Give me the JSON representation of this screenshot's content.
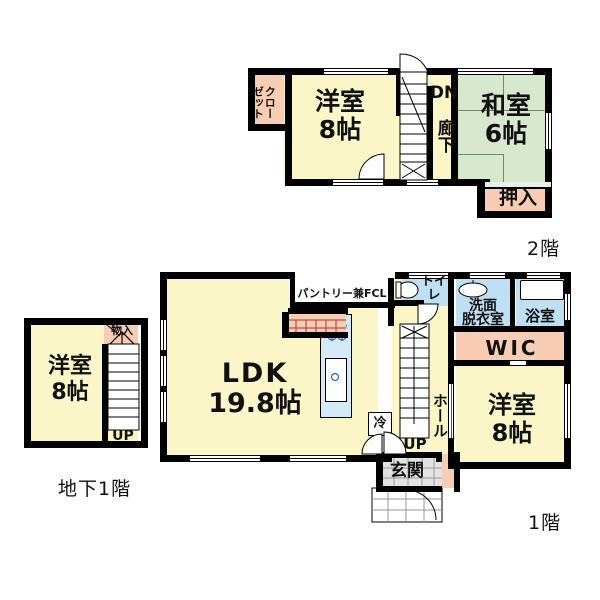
{
  "document": {
    "type": "residential-floor-plan",
    "language": "ja"
  },
  "colors": {
    "wall": "#000000",
    "room_yellow": "#fbf6c8",
    "room_green": "#d7e8cf",
    "closet_pink": "#f8cdb4",
    "water_blue": "#bfdff2",
    "kitchen_blue": "#d6e9f7",
    "entrance_gray": "#d8d8d8",
    "background": "#ffffff",
    "text": "#111111"
  },
  "floors": [
    {
      "id": "second-floor",
      "label": "2階",
      "rooms": [
        {
          "name": "closet",
          "label": "クローゼット",
          "label_lines": [
            "ク",
            "ロ",
            "ー",
            "ゼ",
            "ッ",
            "ト"
          ],
          "color": "closet_pink"
        },
        {
          "name": "western-room-8",
          "label": "洋室",
          "size": "8帖",
          "color": "room_yellow"
        },
        {
          "name": "corridor",
          "label": "廊下",
          "color": "room_yellow"
        },
        {
          "name": "stair-down",
          "label": "DN",
          "color": "room_yellow"
        },
        {
          "name": "japanese-room-6",
          "label": "和室",
          "size": "6帖",
          "color": "room_green"
        },
        {
          "name": "oshiire-closet",
          "label": "押入",
          "color": "closet_pink"
        }
      ]
    },
    {
      "id": "first-floor",
      "label": "1階",
      "rooms": [
        {
          "name": "ldk",
          "label": "LDK",
          "size": "19.8帖",
          "color": "room_yellow"
        },
        {
          "name": "pantry-fcl",
          "label": "パントリー兼FCL",
          "color": "room_yellow"
        },
        {
          "name": "toilet",
          "label": "トイレ",
          "color": "water_blue"
        },
        {
          "name": "washroom",
          "label": "洗面脱衣室",
          "label_lines": [
            "洗面",
            "脱衣室"
          ],
          "color": "water_blue"
        },
        {
          "name": "bathroom",
          "label": "浴室",
          "color": "water_blue"
        },
        {
          "name": "walk-in-closet",
          "label": "WIC",
          "color": "closet_pink"
        },
        {
          "name": "western-room-8",
          "label": "洋室",
          "size": "8帖",
          "color": "room_yellow"
        },
        {
          "name": "hall",
          "label": "ホール",
          "color": "room_yellow"
        },
        {
          "name": "stair-up",
          "label": "UP",
          "color": "room_yellow"
        },
        {
          "name": "entrance",
          "label": "玄関",
          "color": "entrance_gray"
        },
        {
          "name": "refrigerator",
          "label": "冷",
          "color": "background"
        }
      ]
    },
    {
      "id": "basement-floor",
      "label": "地下1階",
      "rooms": [
        {
          "name": "western-room-8",
          "label": "洋室",
          "size": "8帖",
          "color": "room_yellow"
        },
        {
          "name": "storage",
          "label": "物入",
          "color": "closet_pink"
        },
        {
          "name": "stair-up",
          "label": "UP",
          "color": "room_yellow"
        }
      ]
    }
  ],
  "labels": {
    "f2_closet": "クローゼット",
    "f2_closet_col1": "クロー",
    "f2_closet_col2": "ゼット",
    "f2_western_name": "洋室",
    "f2_western_size": "8帖",
    "f2_corridor": "廊下",
    "f2_dn": "DN",
    "f2_japanese_name": "和室",
    "f2_japanese_size": "6帖",
    "f2_oshiire": "押入",
    "f2_floor": "2階",
    "f1_ldk_name": "LDK",
    "f1_ldk_size": "19.8帖",
    "f1_pantry": "パントリー兼FCL",
    "f1_toilet": "トイレ",
    "f1_washroom_line1": "洗面",
    "f1_washroom_line2": "脱衣室",
    "f1_bathroom": "浴室",
    "f1_wic": "WIC",
    "f1_western_name": "洋室",
    "f1_western_size": "8帖",
    "f1_hall": "ホール",
    "f1_up": "UP",
    "f1_entrance": "玄関",
    "f1_fridge": "冷",
    "f1_floor": "1階",
    "b1_western_name": "洋室",
    "b1_western_size": "8帖",
    "b1_storage": "物入",
    "b1_up": "UP",
    "b1_floor": "地下1階"
  }
}
